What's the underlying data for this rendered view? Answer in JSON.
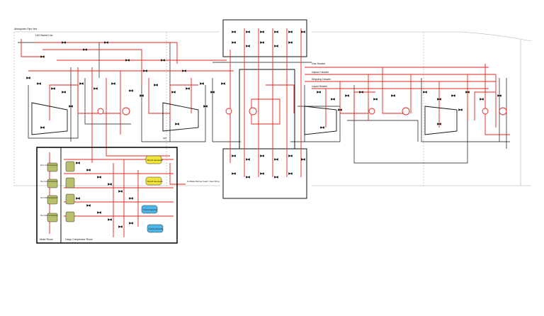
{
  "labels": {
    "top_left_1": "Atmospheric Pipe Vent",
    "top_left_2": "LNG Bunker Line",
    "gas_header": "Gas Header",
    "vapour_header": "Vapour Header",
    "stripping_header": "Stripping Header",
    "liquid_header": "Liquid Header",
    "to_boiler": "To Boiler Burner Feed / Gas Firing",
    "reliq_1": "No.1 Reliq. Plant",
    "reliq_2": "No.2 Reliq. Plant",
    "boil_off_heater": "Boil-off Gas Heater",
    "forcing_vap": "Forcing Vaporiser",
    "comp_1": "No.1 LD Compressor",
    "comp_2": "No.2 LD Compressor",
    "comp_3": "No.3 HD Compressor",
    "comp_4": "No.4 HD Compressor",
    "motor_room": "Motor Room",
    "cargo_comp_room": "Cargo Compressor Room"
  },
  "colors": {
    "red_line": "#e8211b",
    "black_line": "#111111",
    "yellow_box": "#f0e43a",
    "blue_box": "#4db6e8",
    "motor_green": "#b9bf6a",
    "grey_outline": "#999999"
  }
}
